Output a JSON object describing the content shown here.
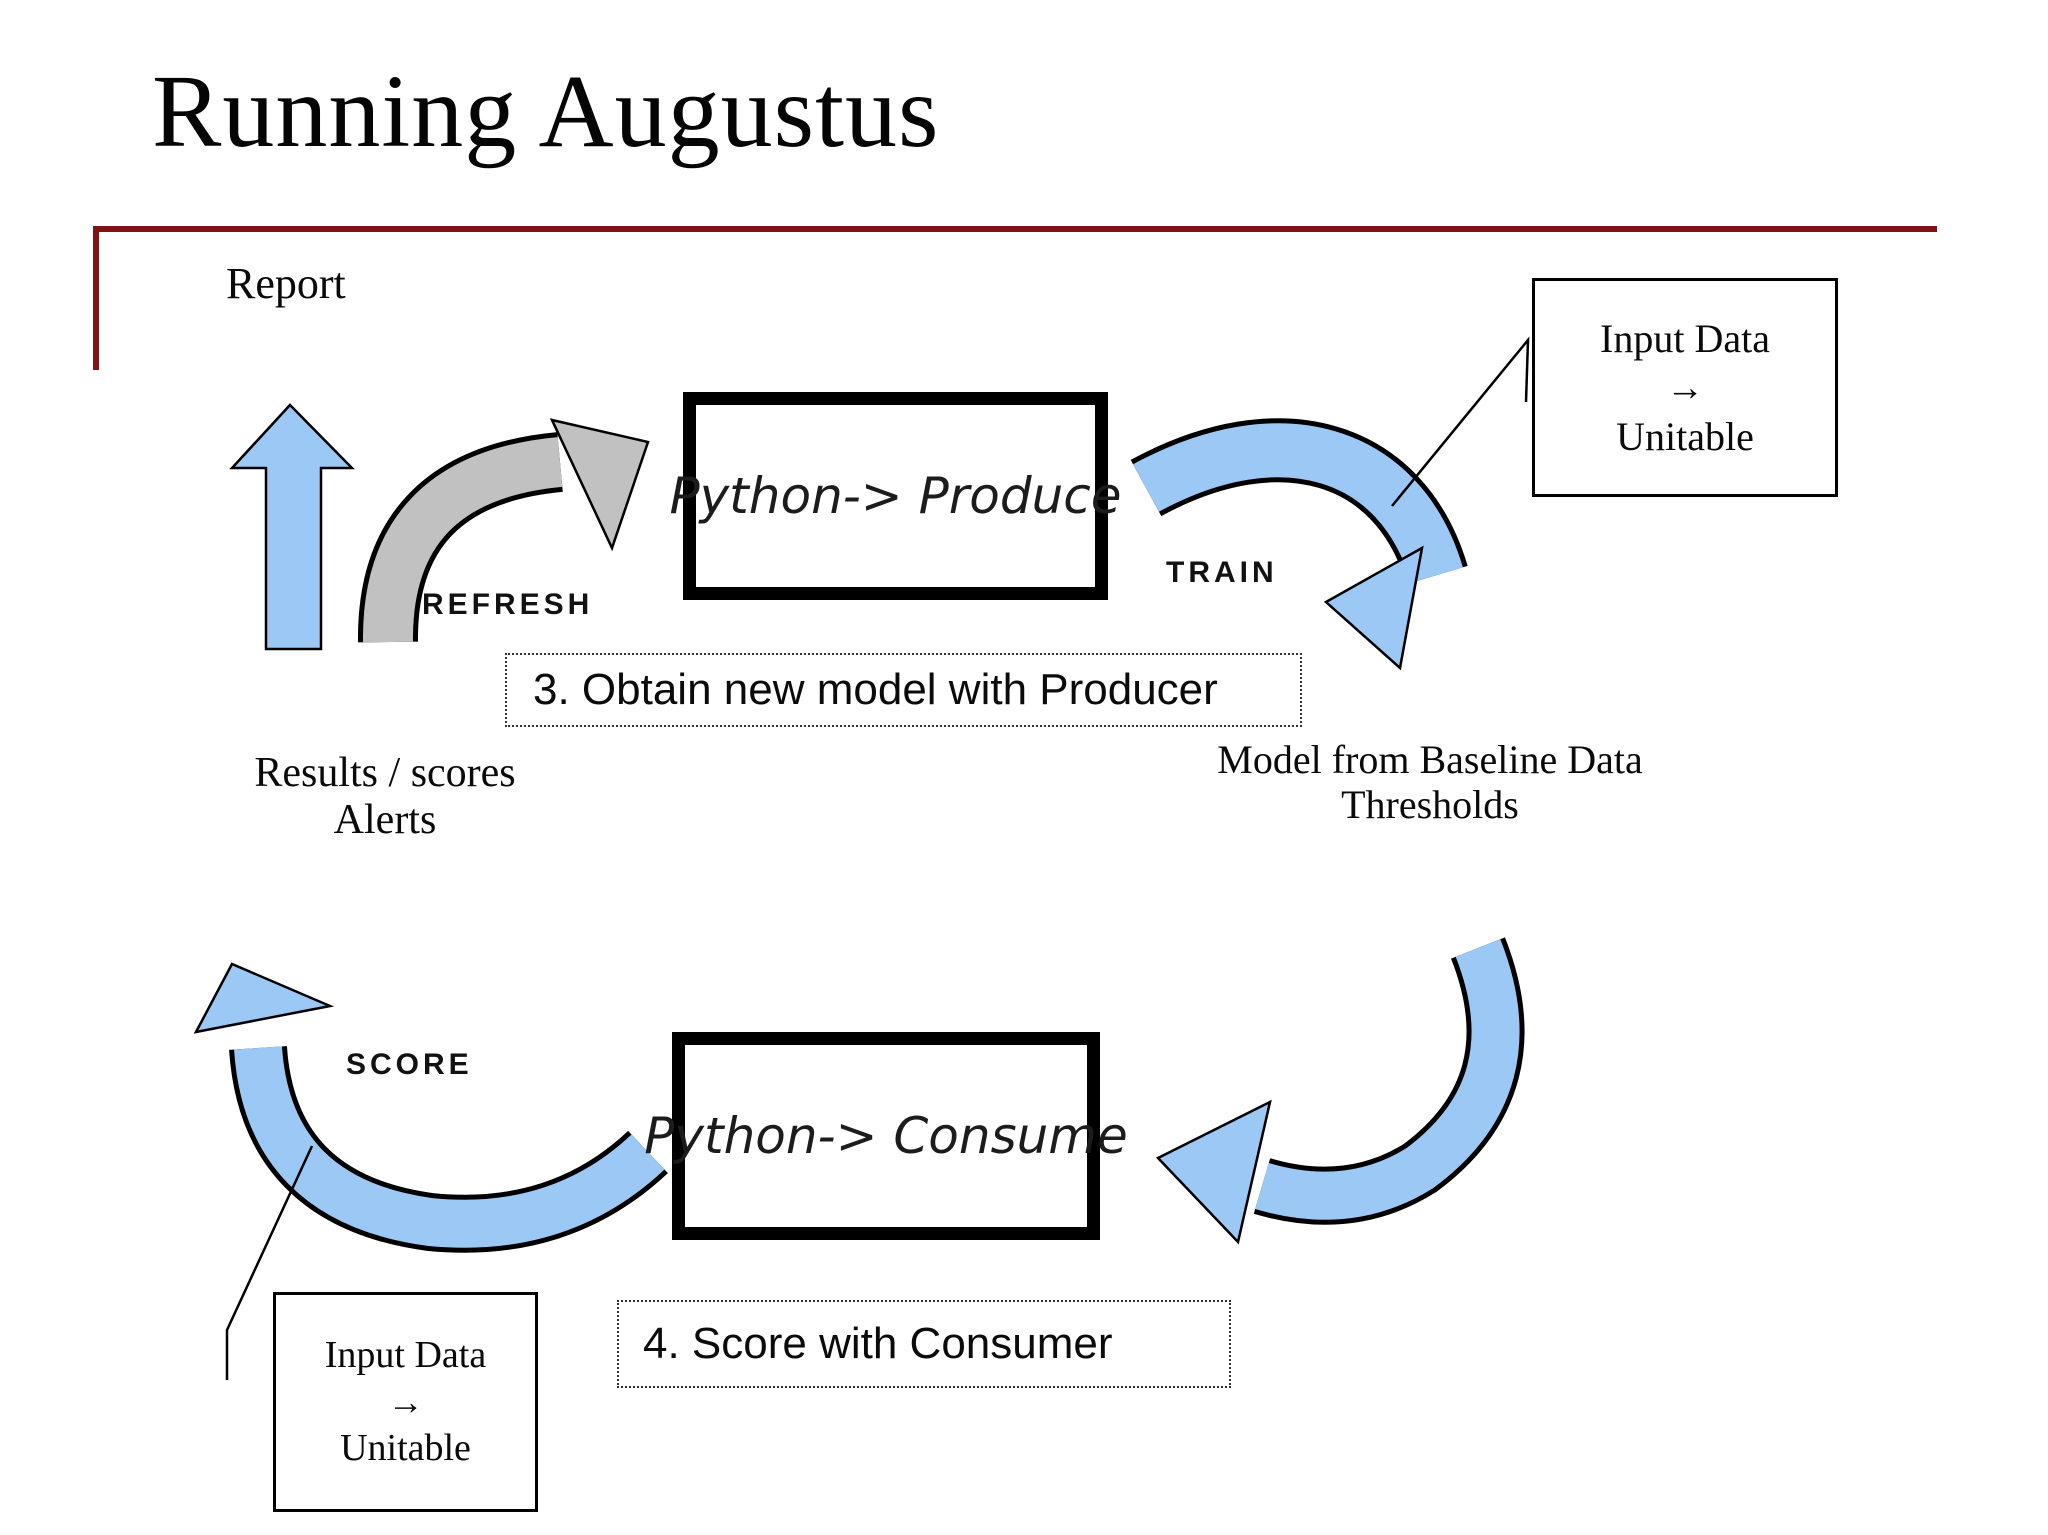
{
  "slide": {
    "title": "Running Augustus"
  },
  "colors": {
    "rule_maroon": "#7E1214",
    "arrow_blue": "#9CC8F5",
    "arrow_gray": "#C1C1C1",
    "outline": "#000000"
  },
  "labels": {
    "report": "Report",
    "refresh": "REFRESH",
    "train": "TRAIN",
    "score": "SCORE",
    "results_line1": "Results / scores",
    "results_line2": "Alerts",
    "model_line1": "Model from Baseline Data",
    "model_line2": "Thresholds"
  },
  "boxes": {
    "producer": {
      "text": "Python-> Produce"
    },
    "consumer": {
      "text": "Python-> Consume"
    },
    "step3": {
      "text": "3. Obtain new model with Producer"
    },
    "step4": {
      "text": "4. Score with Consumer"
    },
    "input_top": {
      "line1": "Input Data",
      "arrow": "→",
      "line2": "Unitable"
    },
    "input_bottom": {
      "line1": "Input Data",
      "arrow": "→",
      "line2": "Unitable"
    }
  }
}
